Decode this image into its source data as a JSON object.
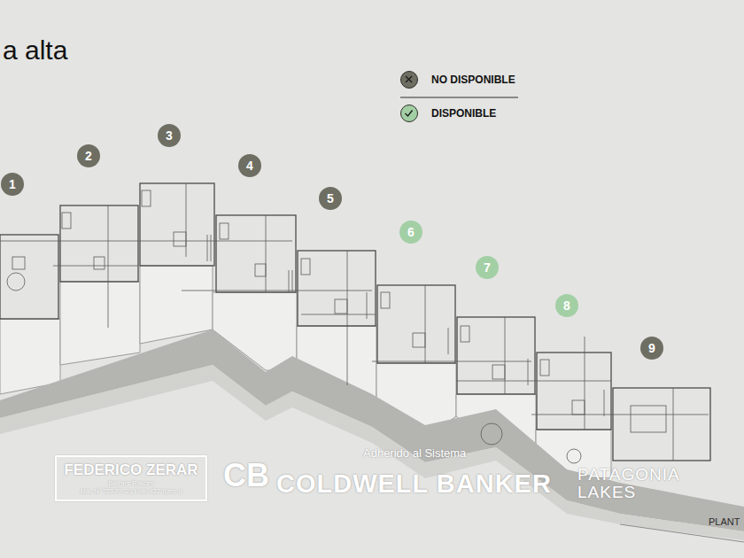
{
  "diagram": {
    "title": "a alta",
    "nodes": [
      {
        "text": [
          "1"
        ]
      },
      {
        "text": [
          "2"
        ]
      },
      {
        "text": [
          "3"
        ]
      },
      {
        "text": [
          "4"
        ]
      },
      {
        "text": [
          "5"
        ]
      },
      {
        "text": [
          "6"
        ]
      },
      {
        "text": [
          "7"
        ]
      },
      {
        "text": [
          "8"
        ]
      },
      {
        "text": [
          "9"
        ]
      },
      {
        "text": [
          "FEDERICO ZERAR",
          "Bienes Raíces",
          "Mat. N° 353-RP-21 Folio 432 Tomo II"
        ]
      }
    ],
    "labels": [
      "Adherido al Sistema",
      "CB",
      "COLDWELL BANKER",
      "PATAGONIA LAKES",
      "PLANT"
    ],
    "legend": [
      {
        "text": "NO DISPONIBLE",
        "color": "#6e6e63"
      },
      {
        "text": "DISPONIBLE",
        "color": "#a3cfa5"
      }
    ]
  }
}
